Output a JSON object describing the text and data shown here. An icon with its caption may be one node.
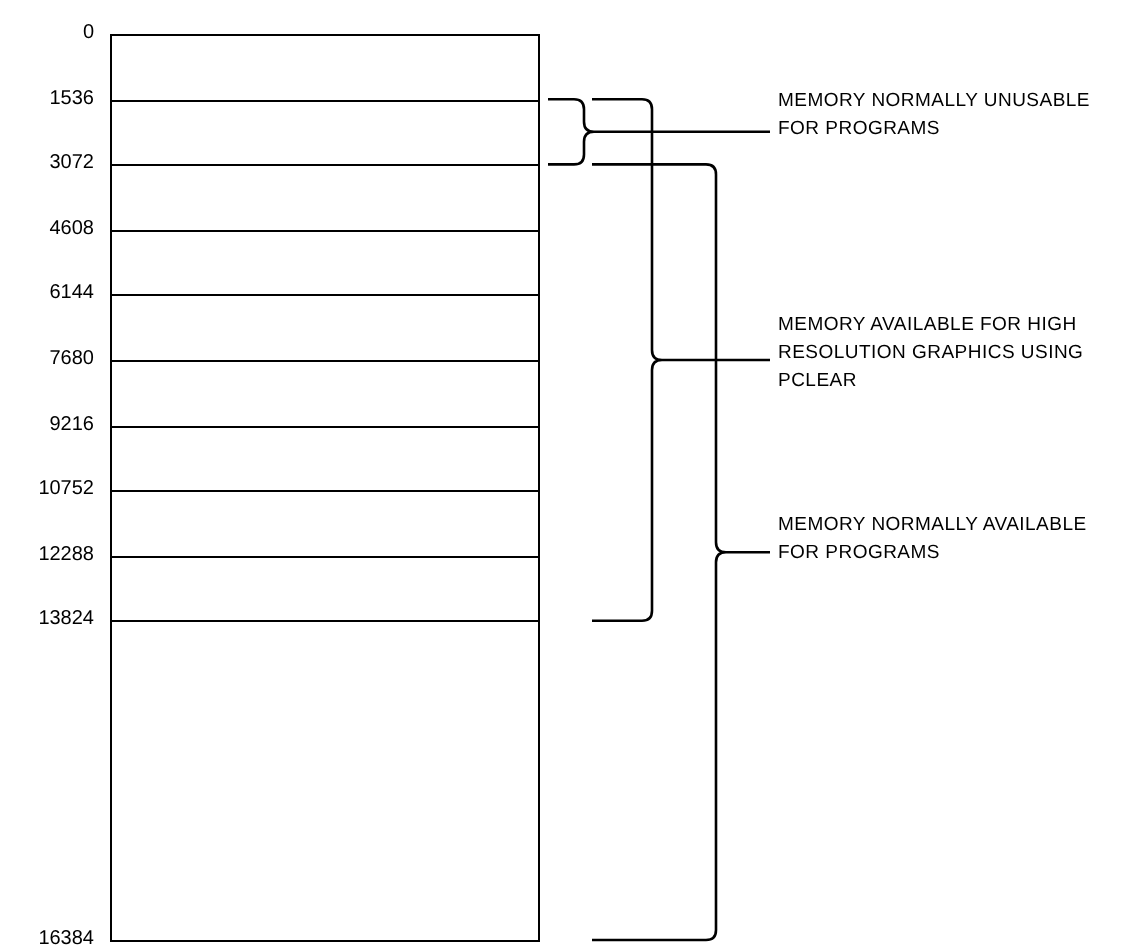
{
  "diagram": {
    "nodes": [
      {
        "text": [],
        "shape": "box"
      },
      {
        "text": [],
        "shape": "box"
      },
      {
        "text": [],
        "shape": "box"
      },
      {
        "text": [],
        "shape": "box"
      },
      {
        "text": [],
        "shape": "box"
      },
      {
        "text": [],
        "shape": "box"
      },
      {
        "text": [],
        "shape": "box"
      },
      {
        "text": [],
        "shape": "box"
      },
      {
        "text": [],
        "shape": "box"
      },
      {
        "text": [],
        "shape": "box"
      }
    ],
    "labels": [
      "0",
      "1536",
      "3072",
      "4608",
      "6144",
      "7680",
      "9216",
      "10752",
      "12288",
      "13824",
      "16384",
      "MEMORY NORMALLY UNUSABLE FOR PROGRAMS",
      "MEMORY AVAILABLE FOR HIGH RESOLUTION GRAPHICS USING PCLEAR",
      "MEMORY NORMALLY AVAILABLE FOR PROGRAMS"
    ]
  }
}
